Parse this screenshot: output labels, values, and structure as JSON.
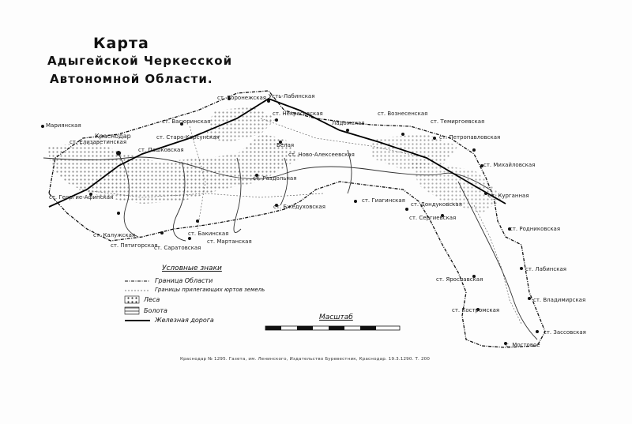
{
  "title": {
    "line1": "Карта",
    "line2": "Адыгейской Черкесской",
    "line3": "Автономной Области."
  },
  "places": {
    "krasnodar": "Краснодар",
    "maryanskaya": "Мариянская",
    "elizavetinskaya": "ст. Елизаветинская",
    "pashkovskaya": "ст. Пашковская",
    "georgie_afipskaya": "ст. Георгие-Афипская",
    "starokorsunskaya": "ст. Старо-Корсунская",
    "vasyurinskaya": "ст. Васюринская",
    "voronezhskaya": "ст. Воронежская",
    "ust_labinskaya": "Усть-Лабинская",
    "nekrasovskaya": "ст. Некрасовская",
    "ladozhskaya": "Ладожская",
    "voznesenskaya": "ст. Вознесенская",
    "temirgoevskaya": "ст. Темиргоевская",
    "petropavlovskaya": "ст. Петропавловская",
    "mikhailovskaya": "ст. Михайловская",
    "kurgannaya": "ст. Курганная",
    "belaya": "Белая",
    "novo_alekseevskaya": "ст. Ново-Алексеевская",
    "razdolnaya": "ст. Раздольная",
    "bzhedukhovskaya": "ст. Бжедуховская",
    "giaginskaya": "ст. Гиагинская",
    "donduko": "ст. Дондуковская",
    "sergievskaya": "ст. Сергиевская",
    "kaluzhskaya": "ст. Калужская",
    "pyatigorskaya": "ст. Пятигорская",
    "saratovskaya": "ст. Саратовская",
    "bakinskaya": "ст. Бакинская",
    "martanskaya": "ст. Мартанская",
    "rodnikovskaya": "ст. Родниковская",
    "yaroslavskaya": "ст. Ярославская",
    "labinskaya": "ст. Лабинская",
    "vladimirskaya": "ст. Владимирская",
    "kostromskaya": "ст. Костромская",
    "zassovskaya": "ст. Зассовская",
    "mostovaya": "с. Мостовое"
  },
  "legend": {
    "heading": "Условные знаки",
    "border": "Граница Области",
    "adjacent": "Границы прилегающих юртов земель",
    "forest": "Леса",
    "swamp": "Болота",
    "railway": "Железная дорога"
  },
  "scale": {
    "heading": "Масштаб"
  },
  "imprint": "Краснодар № 1295. Газета, им. Ленинского, Издательство Буревестник, Краснодар. 19.3.1290. Т. 200"
}
